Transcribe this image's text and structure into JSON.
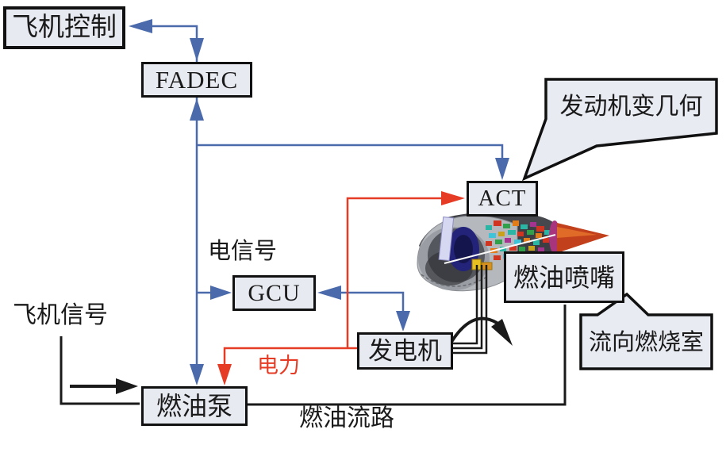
{
  "diagram": {
    "nodes": {
      "aircraft_control": {
        "label": "飞机控制"
      },
      "fadec": {
        "label": "FADEC"
      },
      "act": {
        "label": "ACT"
      },
      "gcu": {
        "label": "GCU"
      },
      "generator": {
        "label": "发电机"
      },
      "fuel_pump": {
        "label": "燃油泵"
      },
      "fuel_nozzle": {
        "label": "燃油喷嘴"
      }
    },
    "callouts": {
      "engine_variable_geometry": {
        "label": "发动机变几何"
      },
      "flow_to_combustor": {
        "label": "流向燃烧室"
      }
    },
    "labels": {
      "electric_signal": "电信号",
      "electric_power": "电力",
      "aircraft_signal": "飞机信号",
      "fuel_flow_path": "燃油流路"
    },
    "colors": {
      "signal_blue": "#4a6aab",
      "power_red": "#e63c26",
      "fuel_black": "#1a1a1a",
      "node_fill": "#e8eaf1",
      "node_border": "#111111"
    },
    "icons": {
      "rotation": "rotation-arrow-icon",
      "flow_direction": "flow-direction-arrow-icon",
      "engine": "turbofan-engine-illustration"
    }
  }
}
